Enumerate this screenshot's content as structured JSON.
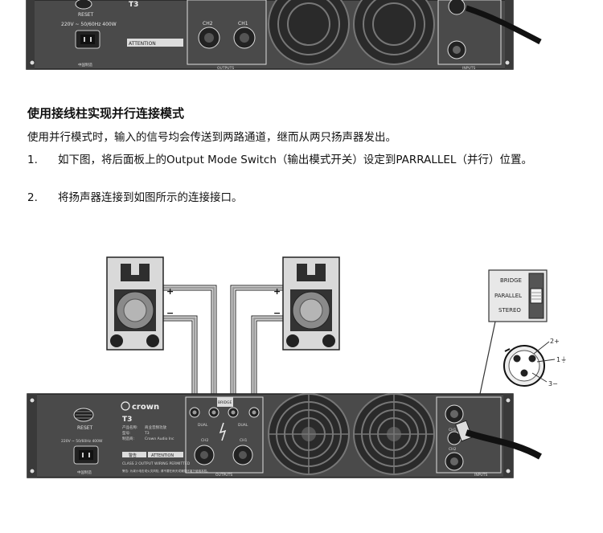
{
  "document": {
    "heading": "使用接线柱实现并行连接模式",
    "intro": "使用并行模式时，输入的信号均会传送到两路通道，继而从两只扬声器发出。",
    "steps": [
      {
        "number": "1.",
        "text": "如下图，将后面板上的Output Mode Switch（输出模式开关）设定到PARRALLEL（并行）位置。"
      },
      {
        "number": "2.",
        "text": "将扬声器连接到如图所示的连接接口。"
      }
    ]
  },
  "amplifier": {
    "brand": "crown",
    "model": "T3",
    "reset_label": "RESET",
    "power_spec": "220V ~ 50/60Hz  400W",
    "attention_label": "ATTENTION",
    "warning_label": "警告",
    "class_label": "CLASS 2 OUTPUT WIRING PERMITTED",
    "made_in": "中国制造",
    "outputs_label": "OUTPUTS",
    "inputs_label": "INPUTS",
    "ch1": "CH1",
    "ch2": "CH2",
    "dual": "DUAL",
    "bridge": "BRIDGE",
    "info_name_label": "产品名称:",
    "info_name_value": "商业音频功放",
    "info_model_label": "型号:",
    "info_model_value": "T3",
    "info_maker_label": "制造商:",
    "info_maker_value": "Crown Audio Inc",
    "footnote": "警告: 为减小电击或火灾风险, 请不要在雨天或潮湿环境下使用本机。"
  },
  "mode_switch": {
    "options": [
      "BRIDGE",
      "PARALLEL",
      "STEREO"
    ],
    "selected": "PARALLEL"
  },
  "xlr_pins": {
    "pin2": "2+",
    "pin1": "1⏚",
    "pin3": "3−"
  },
  "speaker_polarity": {
    "positive": "+",
    "negative": "−"
  },
  "colors": {
    "panel": "#4a4a4a",
    "panel_dark": "#2e2e2e",
    "speaker_body": "#d9d9d9",
    "wire": "#9a9a9a"
  }
}
